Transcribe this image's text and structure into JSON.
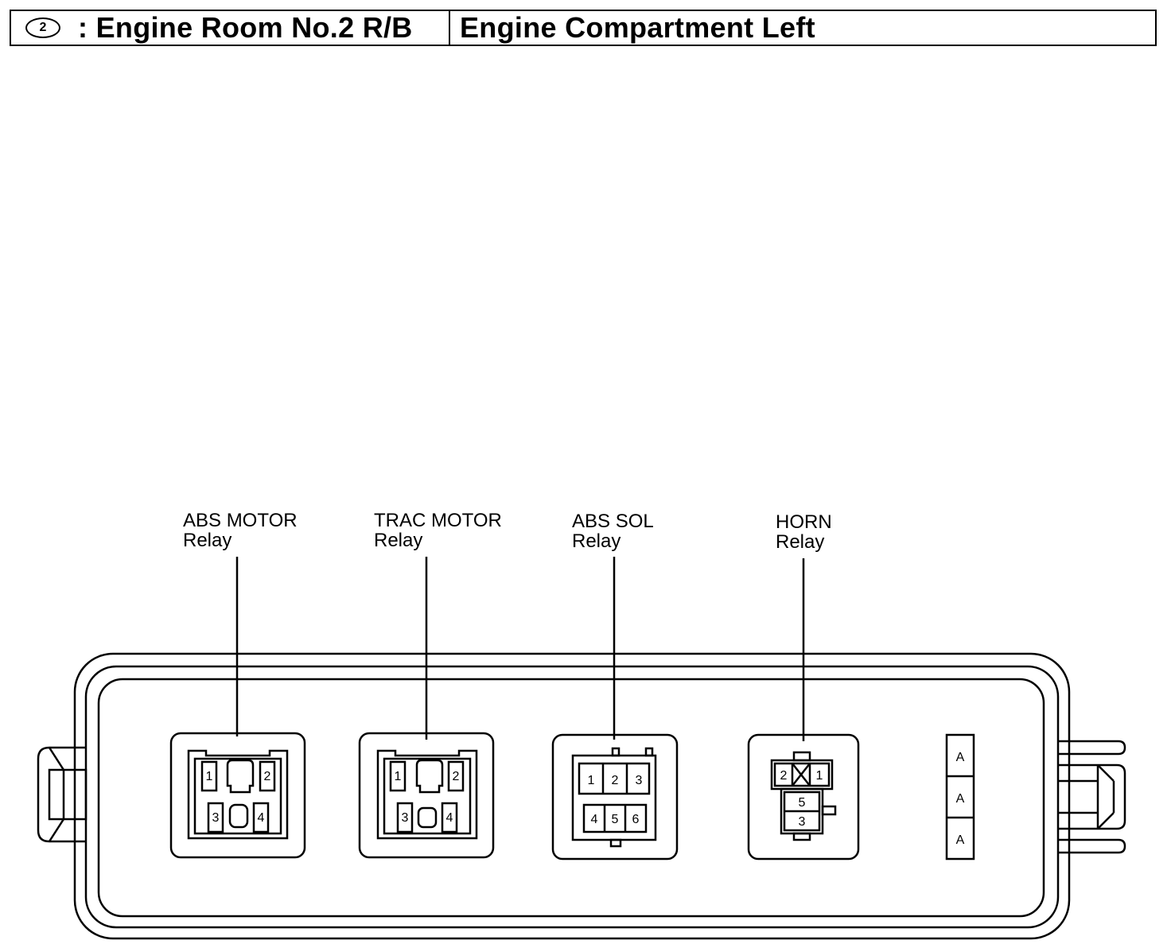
{
  "header": {
    "circle_number": "2",
    "block_name": ": Engine Room No.2 R/B",
    "location": "Engine Compartment Left"
  },
  "relays": [
    {
      "name_line1": "ABS MOTOR",
      "name_line2": "Relay",
      "terminals": [
        "1",
        "2",
        "3",
        "4"
      ]
    },
    {
      "name_line1": "TRAC MOTOR",
      "name_line2": "Relay",
      "terminals": [
        "1",
        "2",
        "3",
        "4"
      ]
    },
    {
      "name_line1": "ABS SOL",
      "name_line2": "Relay",
      "terminals": [
        "1",
        "2",
        "3",
        "4",
        "5",
        "6"
      ]
    },
    {
      "name_line1": "HORN",
      "name_line2": "Relay",
      "terminals": [
        "2",
        "1",
        "5",
        "3"
      ]
    }
  ],
  "fuse_slots": [
    "A",
    "A",
    "A"
  ]
}
